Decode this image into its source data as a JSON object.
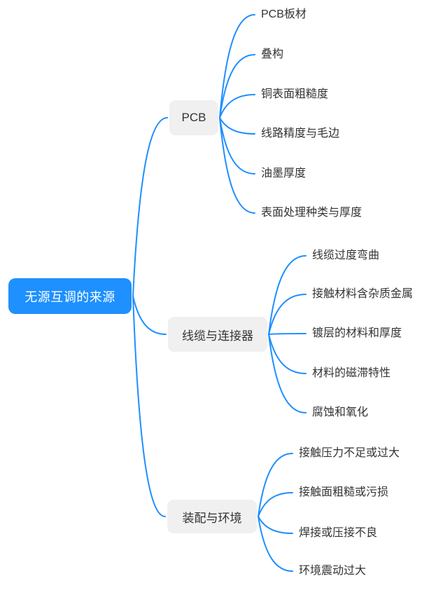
{
  "title": "无源互调的来源思维导图",
  "colors": {
    "accent": "#1e90ff",
    "line": "#1e8fff",
    "branch_bg": "#f0f0f1",
    "root_text": "#ffffff",
    "text": "#333333",
    "background": "#ffffff"
  },
  "root": {
    "label": "无源互调的来源"
  },
  "branches": [
    {
      "label": "PCB",
      "children": [
        "PCB板材",
        "叠构",
        "铜表面粗糙度",
        "线路精度与毛边",
        "油墨厚度",
        "表面处理种类与厚度"
      ]
    },
    {
      "label": "线缆与连接器",
      "children": [
        "线缆过度弯曲",
        "接触材料含杂质金属",
        "镀层的材料和厚度",
        "材料的磁滞特性",
        "腐蚀和氧化"
      ]
    },
    {
      "label": "装配与环境",
      "children": [
        "接触压力不足或过大",
        "接触面粗糙或污损",
        "焊接或压接不良",
        "环境震动过大"
      ]
    }
  ]
}
